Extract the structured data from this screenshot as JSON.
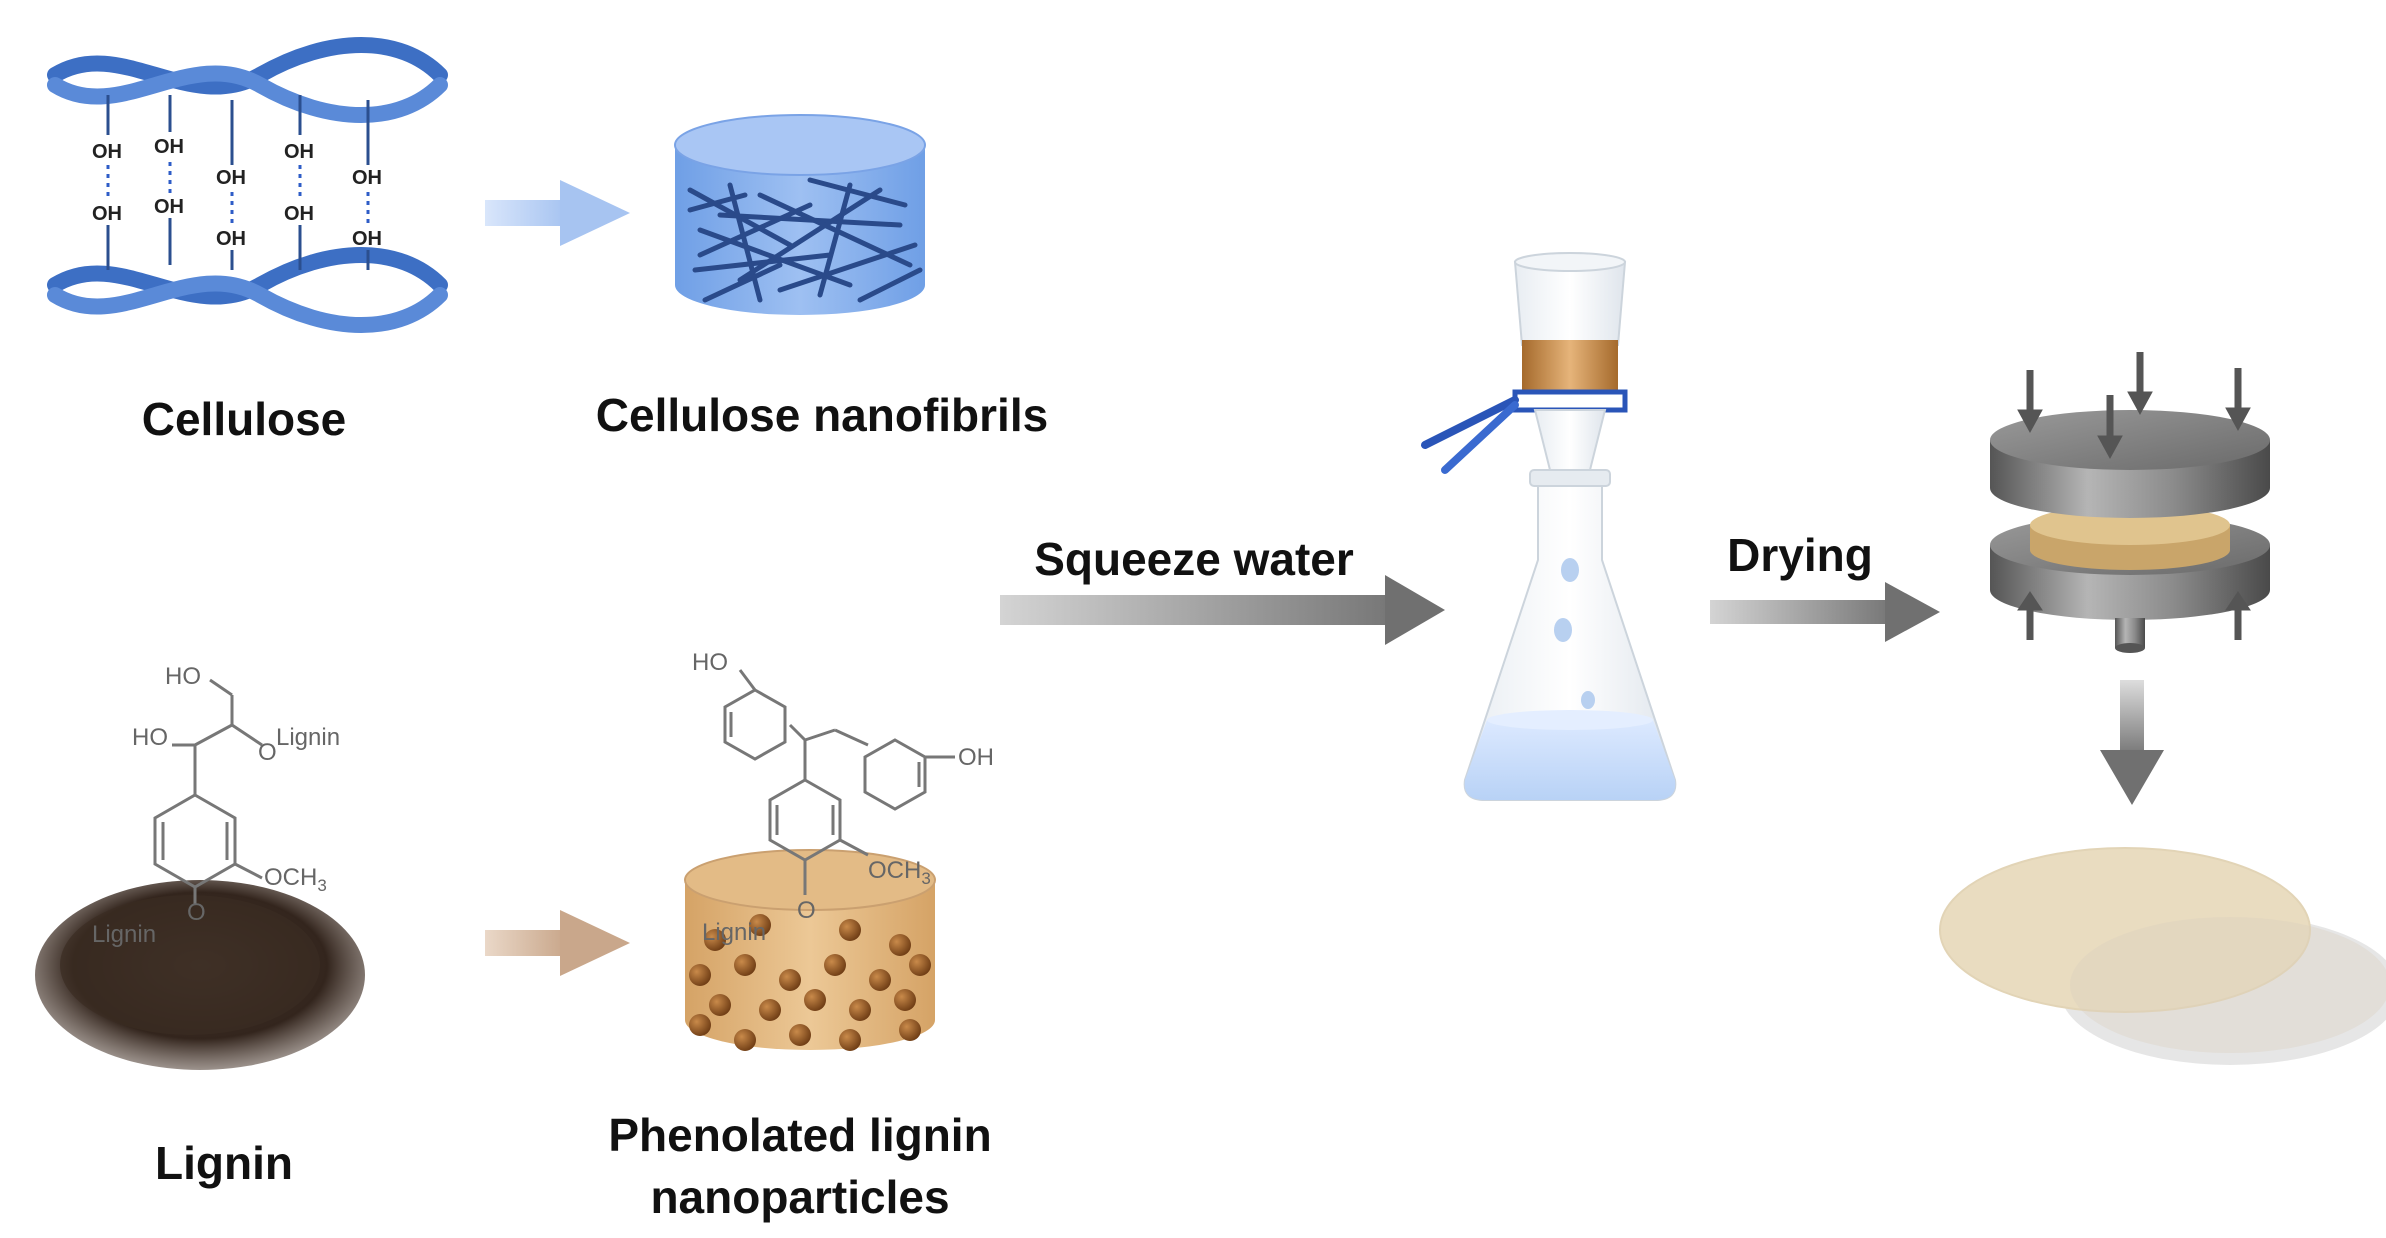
{
  "labels": {
    "cellulose": "Cellulose",
    "cellulose_nanofibrils": "Cellulose nanofibrils",
    "lignin": "Lignin",
    "phenolated_line1": "Phenolated lignin",
    "phenolated_line2": "nanoparticles",
    "squeeze_water": "Squeeze water",
    "drying": "Drying"
  },
  "chemistry": {
    "hydroxyl": "OH",
    "lignin_ho_top": "HO",
    "lignin_ho_mid": "HO",
    "lignin_link_top": "O",
    "lignin_sub_top": "Lignin",
    "lignin_methoxy": "OCH",
    "lignin_methoxy_sub": "3",
    "lignin_link_bottom": "O",
    "lignin_sub_bottom": "Lignin",
    "phenol_ho": "HO",
    "phenol_oh": "OH",
    "phenol_methoxy": "OCH",
    "phenol_methoxy_sub": "3",
    "phenol_link": "O",
    "phenol_lignin": "Lignin"
  },
  "colors": {
    "cellulose_blue": "#4a7fd0",
    "nanofibril_cylinder": "#8fb3ec",
    "lignin_brown": "#3a2a22",
    "nanoparticle_tan": "#dcae74",
    "arrow_gray": "#6b6b6b",
    "press_gray": "#8a8a8a",
    "film_beige": "#e9dcc0"
  }
}
